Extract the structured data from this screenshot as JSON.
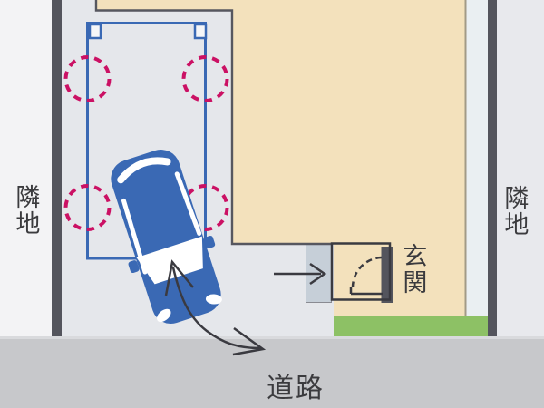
{
  "labels": {
    "neighbor_left": "隣地",
    "neighbor_right": "隣地",
    "entrance": "玄関",
    "road": "道路"
  },
  "colors": {
    "neighbor_left_bg": "#f3f3f5",
    "neighbor_right_bg": "#e8e9ed",
    "lot_bg": "#e5e7eb",
    "gap_bg": "#eaeff2",
    "wall": "#54555d",
    "building_fill": "#f3e1bc",
    "building_border": "#56575f",
    "building_edge": "#a29a86",
    "porch_fill": "#c6cfd8",
    "porch_border": "#8a8b92",
    "lawn": "#8dc165",
    "road_bg": "#c7c8cb",
    "road_edge": "#d9dadd",
    "structure_blue": "#3a69b4",
    "pillar_pink": "#cb1164",
    "line_ink": "#3a3a40",
    "text_ink": "#3b3b3e"
  }
}
